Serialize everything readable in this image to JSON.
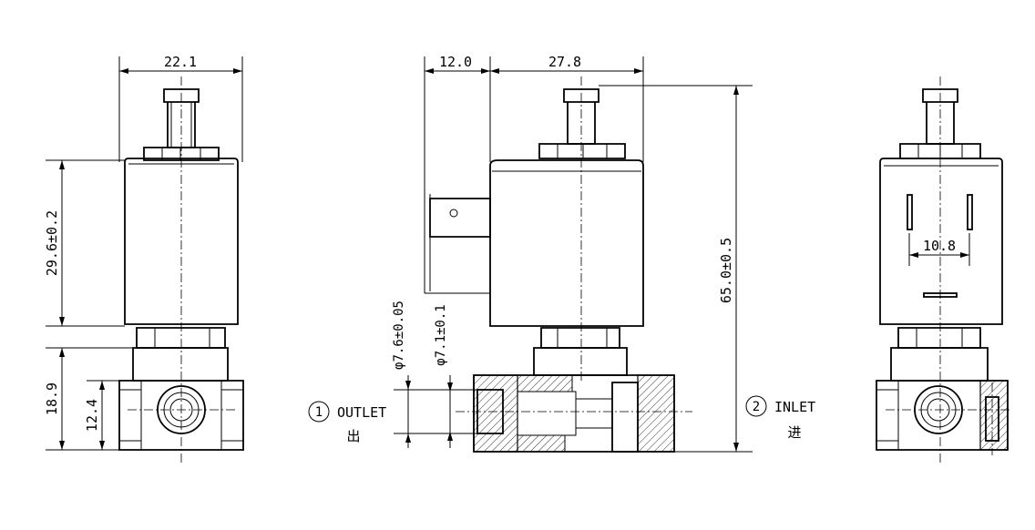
{
  "left_view": {
    "width_dim": "22.1",
    "coil_height_dim": "29.6±0.2",
    "base_height_dim": "18.9",
    "port_height_dim": "12.4"
  },
  "middle_view": {
    "terminal_offset_dim": "12.0",
    "coil_depth_dim": "27.8",
    "total_height_dim": "65.0±0.5",
    "outlet_diameter_dim": "φ7.6±0.05",
    "bore_diameter_dim": "φ7.1±0.1"
  },
  "right_view": {
    "terminal_spacing_dim": "10.8"
  },
  "ports": {
    "outlet": {
      "number": "1",
      "label": "OUTLET",
      "label_cn": "出"
    },
    "inlet": {
      "number": "2",
      "label": "INLET",
      "label_cn": "进"
    }
  }
}
